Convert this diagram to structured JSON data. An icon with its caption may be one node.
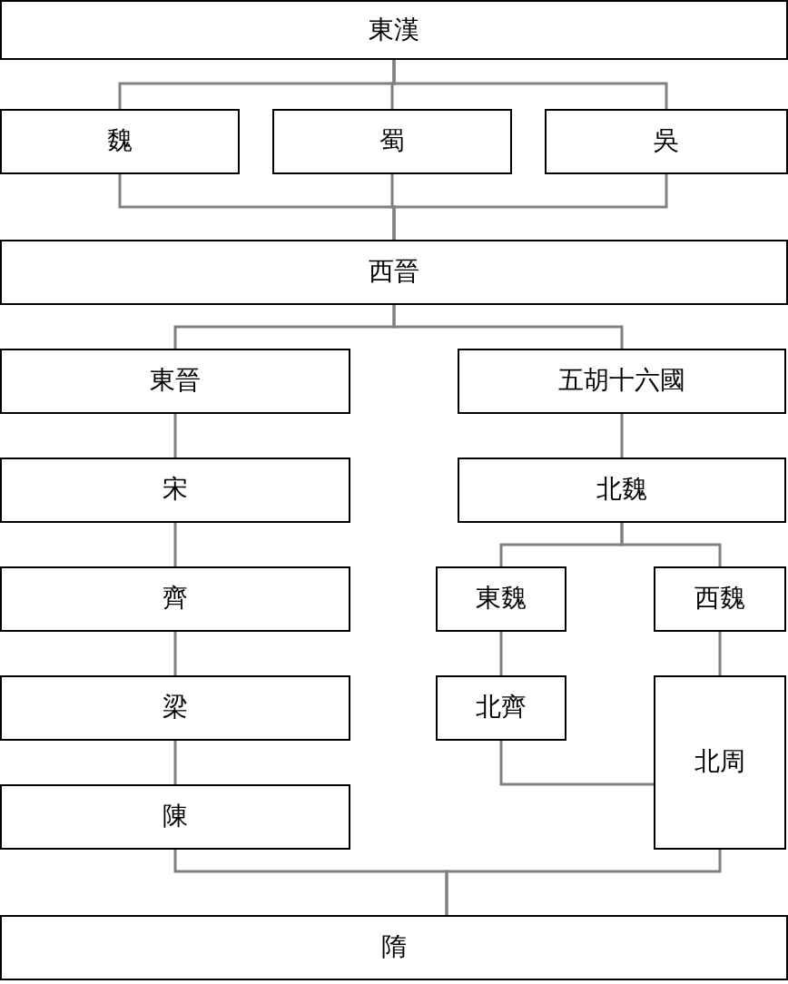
{
  "diagram": {
    "nodes": [
      {
        "text": [
          "東漢"
        ]
      },
      {
        "text": [
          "魏"
        ]
      },
      {
        "text": [
          "蜀"
        ]
      },
      {
        "text": [
          "吳"
        ]
      },
      {
        "text": [
          "西晉"
        ]
      },
      {
        "text": [
          "東晉"
        ]
      },
      {
        "text": [
          "五胡十六國"
        ]
      },
      {
        "text": [
          "宋"
        ]
      },
      {
        "text": [
          "北魏"
        ]
      },
      {
        "text": [
          "齊"
        ]
      },
      {
        "text": [
          "東魏"
        ]
      },
      {
        "text": [
          "西魏"
        ]
      },
      {
        "text": [
          "梁"
        ]
      },
      {
        "text": [
          "北齊"
        ]
      },
      {
        "text": [
          "北周"
        ]
      },
      {
        "text": [
          "陳"
        ]
      },
      {
        "text": [
          "隋"
        ]
      }
    ],
    "edges": [
      {
        "from": 0,
        "to": 1,
        "arrow": "none"
      },
      {
        "from": 0,
        "to": 2,
        "arrow": "none"
      },
      {
        "from": 0,
        "to": 3,
        "arrow": "none"
      },
      {
        "from": 1,
        "to": 4,
        "arrow": "none"
      },
      {
        "from": 2,
        "to": 4,
        "arrow": "none"
      },
      {
        "from": 3,
        "to": 4,
        "arrow": "none"
      },
      {
        "from": 4,
        "to": 5,
        "arrow": "none"
      },
      {
        "from": 4,
        "to": 6,
        "arrow": "none"
      },
      {
        "from": 5,
        "to": 7,
        "arrow": "none"
      },
      {
        "from": 6,
        "to": 8,
        "arrow": "none"
      },
      {
        "from": 7,
        "to": 9,
        "arrow": "none"
      },
      {
        "from": 8,
        "to": 10,
        "arrow": "none"
      },
      {
        "from": 8,
        "to": 11,
        "arrow": "none"
      },
      {
        "from": 9,
        "to": 12,
        "arrow": "none"
      },
      {
        "from": 10,
        "to": 13,
        "arrow": "none"
      },
      {
        "from": 11,
        "to": 14,
        "arrow": "none"
      },
      {
        "from": 12,
        "to": 15,
        "arrow": "none"
      },
      {
        "from": 13,
        "to": 14,
        "arrow": "none"
      },
      {
        "from": 15,
        "to": 16,
        "arrow": "none"
      },
      {
        "from": 14,
        "to": 16,
        "arrow": "none"
      }
    ]
  }
}
